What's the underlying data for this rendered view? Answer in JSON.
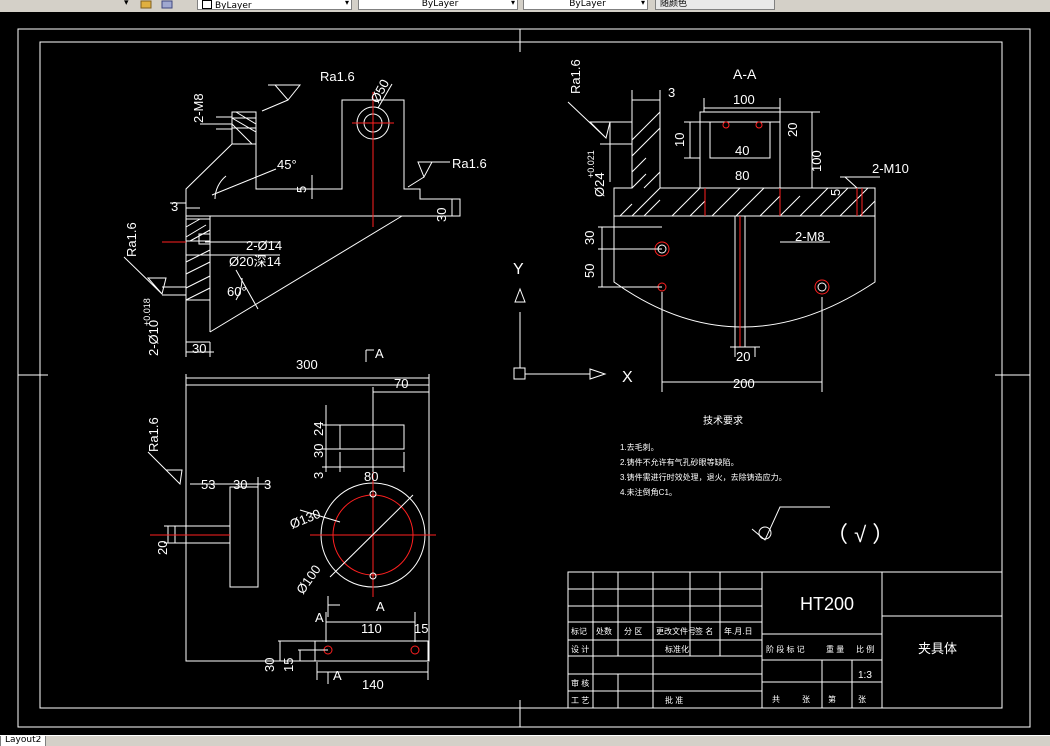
{
  "toolbar": {
    "linetype_value": "ByLayer",
    "lineweight_value": "ByLayer",
    "plotstyle_value": "ByLayer",
    "color_value": "随颜色"
  },
  "layout_tab": "Layout2",
  "colors": {
    "line": "#ffffff",
    "center": "#ff2020",
    "background": "#000000"
  },
  "drawing": {
    "view_top": {
      "thread_label": "2-M8",
      "rough_top": "Ra1.6",
      "dia50": "Ø50",
      "angle45": "45°",
      "rough_right": "Ra1.6",
      "dim3": "3",
      "dim5": "5",
      "dim30_right": "30",
      "rough_left": "Ra1.6",
      "hole14": "2-Ø14",
      "cbore": "Ø20深14",
      "angle60": "60°",
      "tol": "+0.018",
      "tol0": "0",
      "pin": "2-Ø10",
      "dim30_bottom": "30"
    },
    "view_plan": {
      "dim300": "300",
      "sec_mark_top": "A",
      "dim70": "70",
      "dim24": "24",
      "dim30a": "30",
      "dim3a": "3",
      "dim80": "80",
      "rough": "Ra1.6",
      "dim53": "53",
      "dim30b": "30",
      "dim3b": "3",
      "dim20": "20",
      "dia130": "Ø130",
      "dia100": "Ø100",
      "sec_a1": "A",
      "sec_a2": "A",
      "dim110": "110",
      "dim15a": "15",
      "dim30c": "30",
      "dim15b": "15",
      "sec_a3": "A",
      "dim140": "140"
    },
    "view_section": {
      "title": "A-A",
      "rough": "Ra1.6",
      "dim3": "3",
      "dim100_top": "100",
      "dim20": "20",
      "dim10": "10",
      "dim40": "40",
      "dim80": "80",
      "dim100_right": "100",
      "dia24": "Ø24",
      "tol": "+0.021",
      "tol0": "0",
      "dim5": "5",
      "thread_m10": "2-M10",
      "dim30": "30",
      "dim50": "50",
      "thread_m8": "2-M8",
      "dim20b": "20",
      "dim200": "200"
    },
    "ucs": {
      "y": "Y",
      "x": "X"
    },
    "notes": {
      "title": "技术要求",
      "items": [
        "1.去毛刺。",
        "2.铸件不允许有气孔砂眼等缺陷。",
        "3.铸件需进行时效处理，退火，去除铸造应力。",
        "4.未注倒角C1。"
      ]
    },
    "roughness_symbol": "（ √ ）",
    "title_block": {
      "material": "HT200",
      "part_name": "夹具体",
      "row_labels1": [
        "标记",
        "处数",
        "分 区",
        "更改文件号",
        "签 名",
        "年.月.日"
      ],
      "row_labels2": [
        "设 计",
        "",
        "",
        "标准化",
        "",
        ""
      ],
      "row_labels3": [
        "阶 段 标 记",
        "重 量",
        "比 例"
      ],
      "row_labels4": [
        "审 核",
        ""
      ],
      "row_labels5": [
        "工 艺",
        "",
        "批 准"
      ],
      "bottom_labels": [
        "共",
        "张",
        "第",
        "张"
      ],
      "scale": "1:3"
    }
  }
}
